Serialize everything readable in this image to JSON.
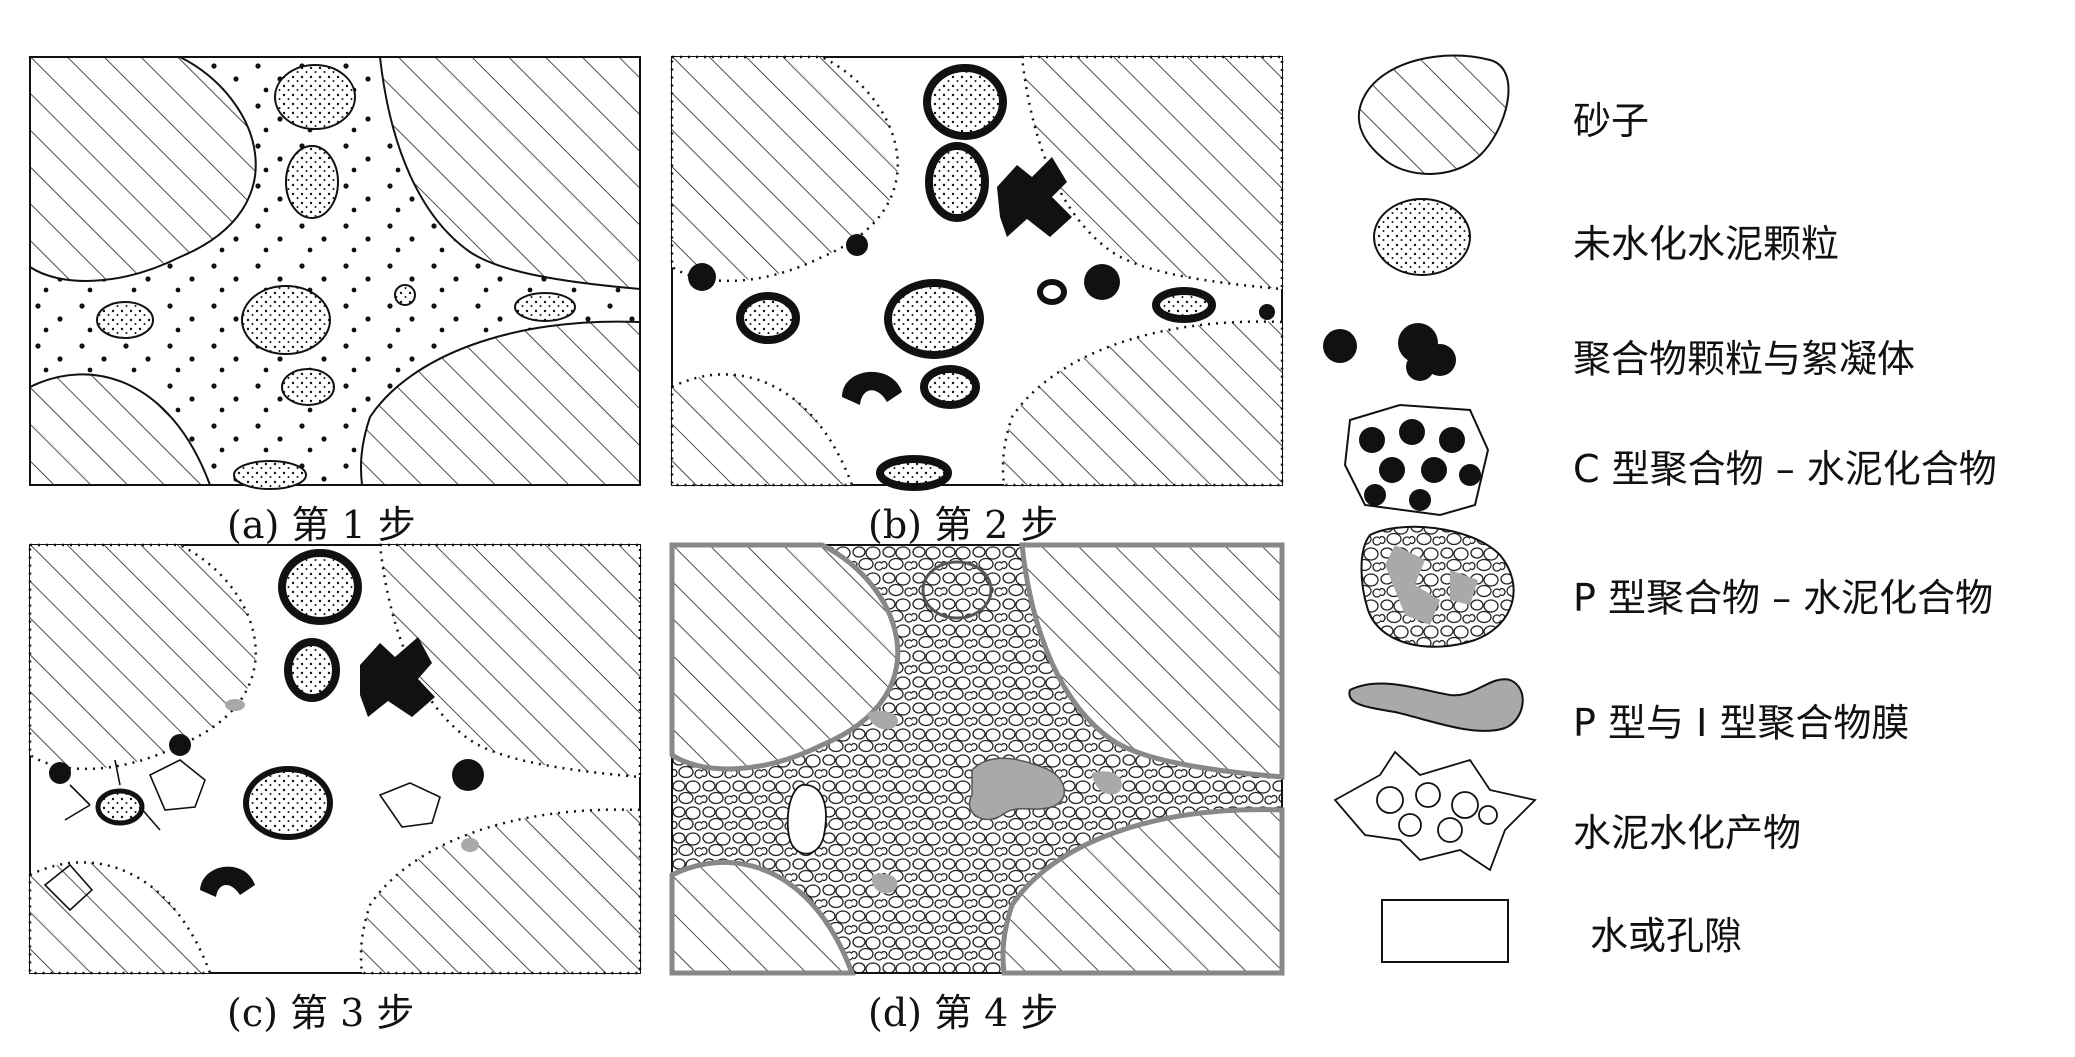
{
  "panels": [
    {
      "id": "a",
      "caption": "(a) 第 1 步"
    },
    {
      "id": "b",
      "caption": "(b) 第 2 步"
    },
    {
      "id": "c",
      "caption": "(c) 第 3 步"
    },
    {
      "id": "d",
      "caption": "(d) 第 4 步"
    }
  ],
  "legend": [
    {
      "key": "sand",
      "label": "砂子",
      "icon": "hatched-blob-icon"
    },
    {
      "key": "cement",
      "label": "未水化水泥颗粒",
      "icon": "dotted-particle-icon"
    },
    {
      "key": "polymer",
      "label": "聚合物颗粒与絮凝体",
      "icon": "black-particle-icon"
    },
    {
      "key": "c_type",
      "label": "C 型聚合物 – 水泥化合物",
      "icon": "c-type-compound-icon"
    },
    {
      "key": "p_type",
      "label": "P 型聚合物 – 水泥化合物",
      "icon": "p-type-compound-icon"
    },
    {
      "key": "film",
      "label": "P 型与 I 型聚合物膜",
      "icon": "gray-film-icon"
    },
    {
      "key": "hydration",
      "label": "水泥水化产物",
      "icon": "hydration-product-icon"
    },
    {
      "key": "water",
      "label": "水或孔隙",
      "icon": "white-box-icon"
    }
  ],
  "colors": {
    "line": "#111111",
    "film": "#a9a9a9",
    "background": "#ffffff"
  }
}
